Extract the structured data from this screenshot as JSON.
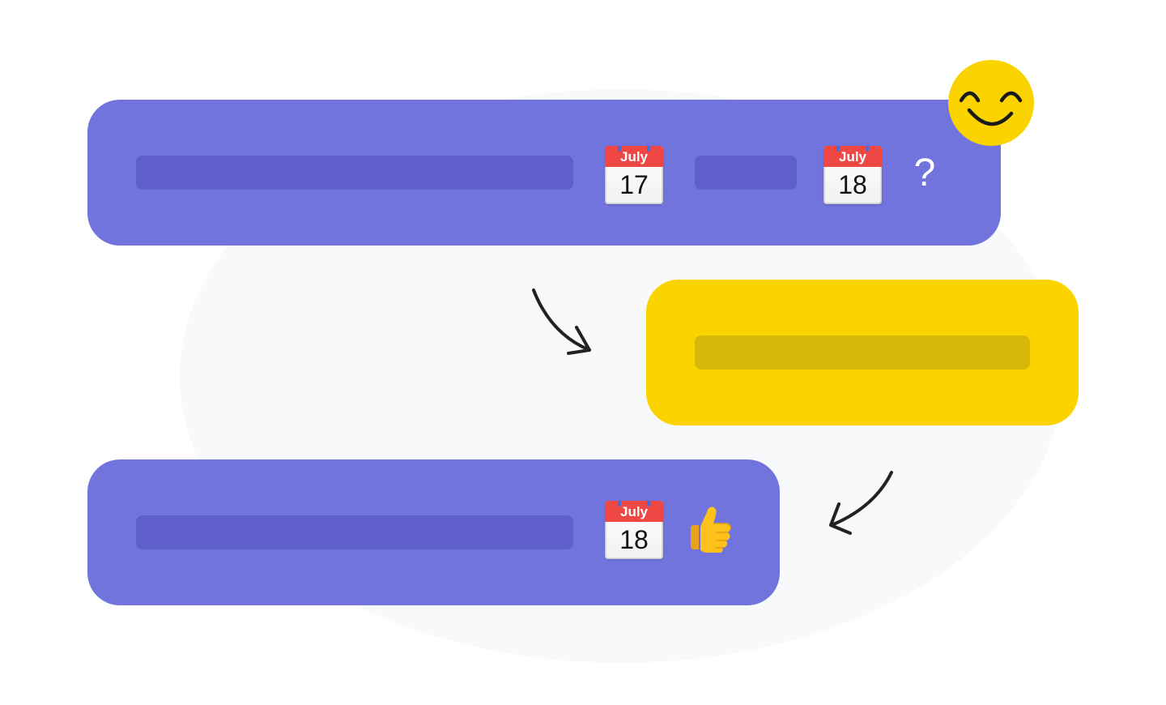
{
  "message_top": {
    "calendar_1": {
      "month": "July",
      "day": "17"
    },
    "calendar_2": {
      "month": "July",
      "day": "18"
    },
    "question_mark": "?"
  },
  "message_bottom": {
    "calendar": {
      "month": "July",
      "day": "18"
    }
  },
  "icons": {
    "smiley": "smiley-face-icon",
    "thumb": "thumbs-up-icon",
    "arrow_1": "curved-arrow-right-icon",
    "arrow_2": "curved-arrow-left-icon"
  },
  "colors": {
    "purple_bubble": "#7174dd",
    "purple_bar": "#5e5fca",
    "yellow_bubble": "#fbd400",
    "yellow_bar": "#d6b70c",
    "calendar_red": "#ef4743"
  }
}
